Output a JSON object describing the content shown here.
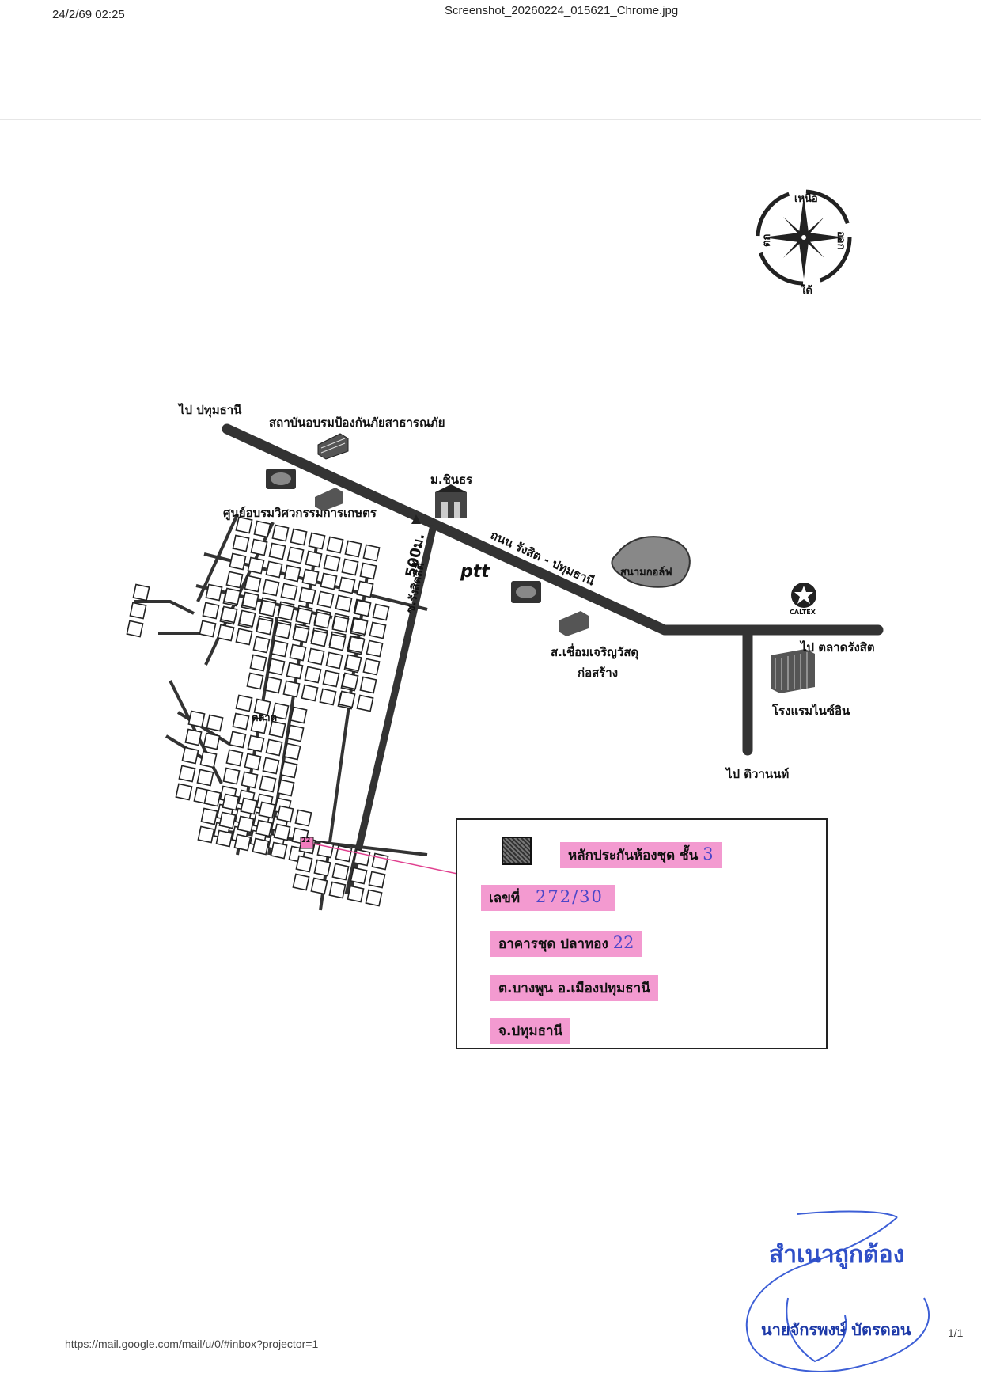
{
  "browser_header": {
    "timestamp": "24/2/69 02:25",
    "filename": "Screenshot_20260224_015621_Chrome.jpg"
  },
  "browser_footer": {
    "url": "https://mail.google.com/mail/u/0/#inbox?projector=1",
    "page": "1/1"
  },
  "compass": {
    "north": "เหนือ",
    "south": "ใต้",
    "east": "ออก",
    "west": "ตก"
  },
  "map": {
    "to_pathum_thani": "ไป ปทุมธานี",
    "institute": "สถาบันอบรมป้องกันภัยสาธารณภัย",
    "agri_center": "ศูนย์อบรมวิศวกรรมการเกษตร",
    "university": "ม.ชินธร",
    "road_name": "ถนน รังสิต - ปทุมธานี",
    "golf": "สนามกอล์ฟ",
    "ptt": "ptt",
    "soi": "ซ.รังสิตสิตี้",
    "distance": "500ม.",
    "caltex": "CALTEX",
    "to_talad": "ไป ตลาดรังสิต",
    "hotel": "โรงแรมไนซ์อิน",
    "to_tiwanon": "ไป ติวานนท์",
    "materials_1": "ส.เชื่อมเจริญวัสดุ",
    "materials_2": "ก่อสร้าง",
    "market": "ตลาด",
    "marked_plot": "22"
  },
  "legend": {
    "collateral": "หลักประกันห้องชุด ชั้น",
    "floor": "3",
    "no_label": "เลขที่",
    "no_value": "272/30",
    "building_label": "อาคารชุด ปลาทอง",
    "building_value": "22",
    "subdistrict": "ต.บางพูน อ.เมืองปทุมธานี",
    "province": "จ.ปทุมธานี"
  },
  "stamp": {
    "certified": "สำเนาถูกต้อง",
    "name": "นายจักรพงษ์ บัตรดอน"
  },
  "colors": {
    "highlight": "#f39ad0",
    "handwriting": "#4b46c9",
    "stamp": "#2f4fc7",
    "road": "#333333"
  }
}
